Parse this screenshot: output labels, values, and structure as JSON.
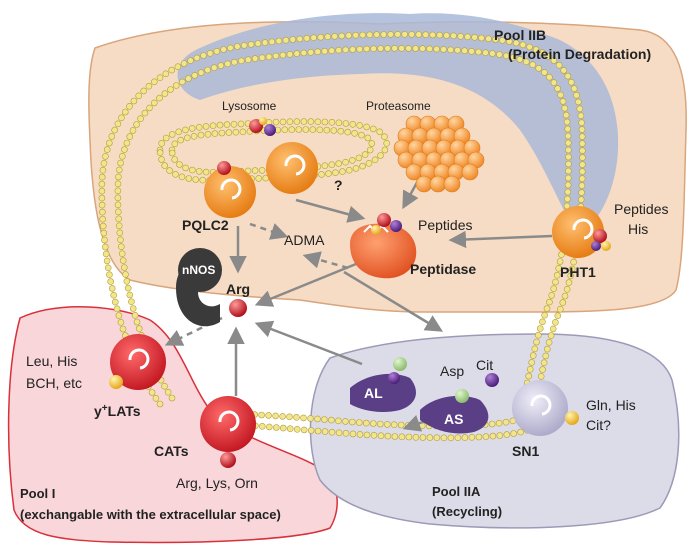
{
  "colors": {
    "pool_iib_fill": "#f6dcc4",
    "pool_iib_stroke": "#d9a57c",
    "cell_top": "#a9b8d8",
    "pool_i_fill": "#f8d6d9",
    "pool_i_stroke": "#d9303a",
    "pool_iia_fill": "#dcdbe8",
    "pool_iia_stroke": "#9c9ab8",
    "membrane_bead": "#f1e68a",
    "transporter_orange": "#f08a1c",
    "transporter_red": "#d21e2a",
    "enzyme_purple": "#5a3f86",
    "nnos_dark": "#3a3a3a",
    "arrow_gray": "#888888"
  },
  "pools": {
    "iib_title": "Pool IIB",
    "iib_subtitle": "(Protein Degradation)",
    "i_title": "Pool I",
    "i_subtitle": "(exchangable with the extracellular space)",
    "iia_title": "Pool IIA",
    "iia_subtitle": "(Recycling)"
  },
  "organelles": {
    "lysosome": "Lysosome",
    "proteasome": "Proteasome"
  },
  "transporters": {
    "pqlc2": "PQLC2",
    "unknown": "?",
    "pht1": "PHT1",
    "y_lats_sup": "+",
    "y_lats_pre": "y",
    "y_lats_post": "LATs",
    "cats": "CATs",
    "sn1": "SN1"
  },
  "enzymes": {
    "peptidase": "Peptidase",
    "nnos": "nNOS",
    "al": "AL",
    "as": "AS"
  },
  "metabolites": {
    "adma": "ADMA",
    "arg": "Arg",
    "peptides_inner": "Peptides",
    "peptides_outer": "Peptides",
    "his": "His",
    "leu_his": "Leu, His",
    "bch_etc": "BCH, etc",
    "arg_lys_orn": "Arg, Lys, Orn",
    "asp": "Asp",
    "cit": "Cit",
    "gln_his": "Gln, His",
    "cit_q": "Cit?"
  }
}
